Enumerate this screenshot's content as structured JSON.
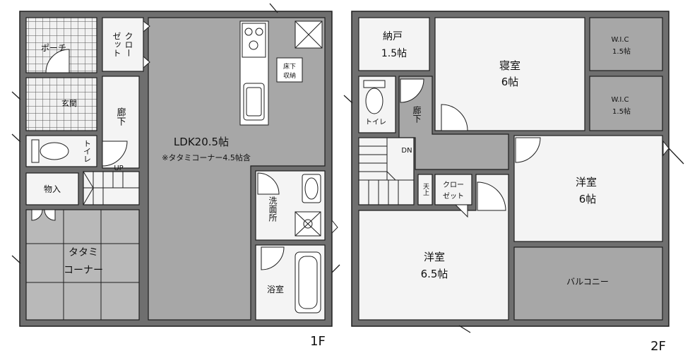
{
  "colors": {
    "wall": "#6f6f6f",
    "floor_gray": "#a7a7a7",
    "room_white": "#f4f4f4",
    "tatami": "#b9b9b9",
    "line": "#1e1e1e"
  },
  "floor_1f": {
    "label": "1F",
    "porch": "ポーチ",
    "closet": [
      "クロー",
      "ゼット"
    ],
    "entrance": "玄関",
    "hallway": "廊下",
    "toilet": "トイレ",
    "stairs": "UP",
    "storage": "物入",
    "tatami": [
      "タタミ",
      "コーナー"
    ],
    "ldk": {
      "name": "LDK20.5帖",
      "note": "※タタミコーナー4.5帖含"
    },
    "underfloor_storage": [
      "床下",
      "収納"
    ],
    "washroom": "洗面所",
    "bathroom": "浴室"
  },
  "floor_2f": {
    "label": "2F",
    "storeroom": {
      "name": "納戸",
      "size": "1.5帖"
    },
    "bedroom": {
      "name": "寝室",
      "size": "6帖"
    },
    "wic_upper": {
      "name": "W.I.C",
      "size": "1.5帖"
    },
    "wic_lower": {
      "name": "W.I.C",
      "size": "1.5帖"
    },
    "toilet": "トイレ",
    "hallway": "廊下",
    "stairs": "DN",
    "small_storage": "天上",
    "closet": [
      "クロー",
      "ゼット"
    ],
    "western_room_east": {
      "name": "洋室",
      "size": "6帖"
    },
    "western_room_south": {
      "name": "洋室",
      "size": "6.5帖"
    },
    "balcony": "バルコニー"
  }
}
